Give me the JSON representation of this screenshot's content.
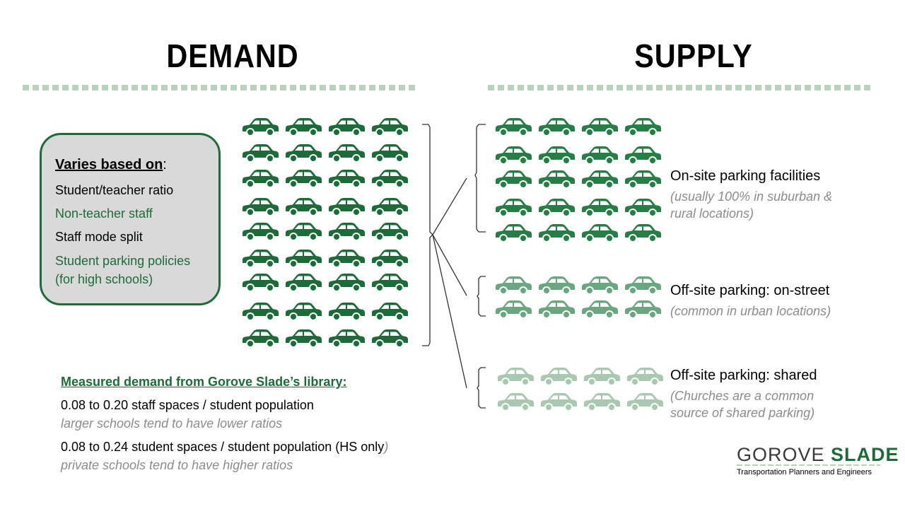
{
  "headings": {
    "demand": "DEMAND",
    "supply": "SUPPLY"
  },
  "varies_box": {
    "title": "Varies based on",
    "title_suffix": ":",
    "items": [
      "Student/teacher ratio",
      "Non-teacher staff",
      "Staff mode split",
      "Student parking policies",
      "(for high schools)"
    ]
  },
  "supply": {
    "on_site": {
      "title": "On-site parking facilities",
      "note_line1": "(usually 100% in suburban &",
      "note_line2": "rural locations)"
    },
    "on_street": {
      "title": "Off-site parking: on-street",
      "note_line1": "(common in urban locations)"
    },
    "shared": {
      "title": "Off-site parking: shared",
      "note_line1": "(Churches are a common",
      "note_line2": "source of shared parking)"
    }
  },
  "measured": {
    "title": "Measured demand from Gorove Slade’s library:",
    "staff_ratio": "0.08 to 0.20 staff spaces / student population",
    "staff_note": "larger schools tend to have lower ratios",
    "student_ratio": "0.08 to 0.24 student spaces / student population (HS only",
    "student_ratio_paren": ")",
    "student_note": "private schools tend to have higher ratios"
  },
  "logo": {
    "name_part1": "GOROVE ",
    "name_part2": "SLADE",
    "tagline": "Transportation Planners and Engineers"
  },
  "icons": {
    "demand_cars": {
      "icon": "car-icon",
      "rows": 9,
      "cols": 4,
      "color": "#1e6b3a"
    },
    "on_site_cars": {
      "icon": "car-icon",
      "rows": 5,
      "cols": 4,
      "color": "#267d45"
    },
    "on_street_cars": {
      "icon": "car-icon",
      "rows": 2,
      "cols": 4,
      "color": "#6aa680"
    },
    "shared_cars": {
      "icon": "car-icon",
      "rows": 2,
      "cols": 4,
      "color": "#a8c8b2"
    }
  },
  "colors": {
    "brand_green": "#1e6b3a",
    "dotted_line": "#b9d2bd",
    "box_fill": "#d9d9d9",
    "muted_text": "#8c8c8c"
  }
}
